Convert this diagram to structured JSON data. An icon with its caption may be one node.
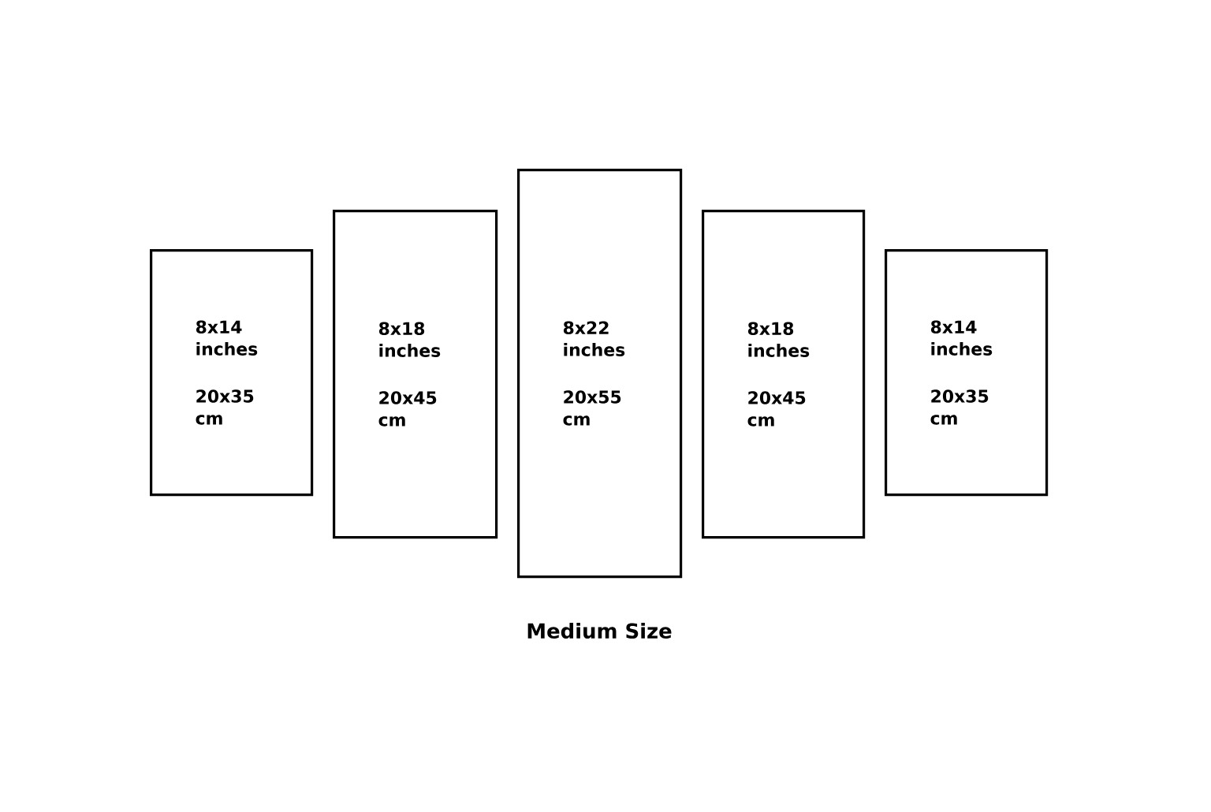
{
  "diagram": {
    "caption": "Medium Size",
    "nodes": [
      {
        "text": [
          "8x14 inches",
          "20x35 cm"
        ]
      },
      {
        "text": [
          "8x18 inches",
          "20x45 cm"
        ]
      },
      {
        "text": [
          "8x22 inches",
          "20x55 cm"
        ]
      },
      {
        "text": [
          "8x18 inches",
          "20x45 cm"
        ]
      },
      {
        "text": [
          "8x14 inches",
          "20x35 cm"
        ]
      }
    ]
  }
}
